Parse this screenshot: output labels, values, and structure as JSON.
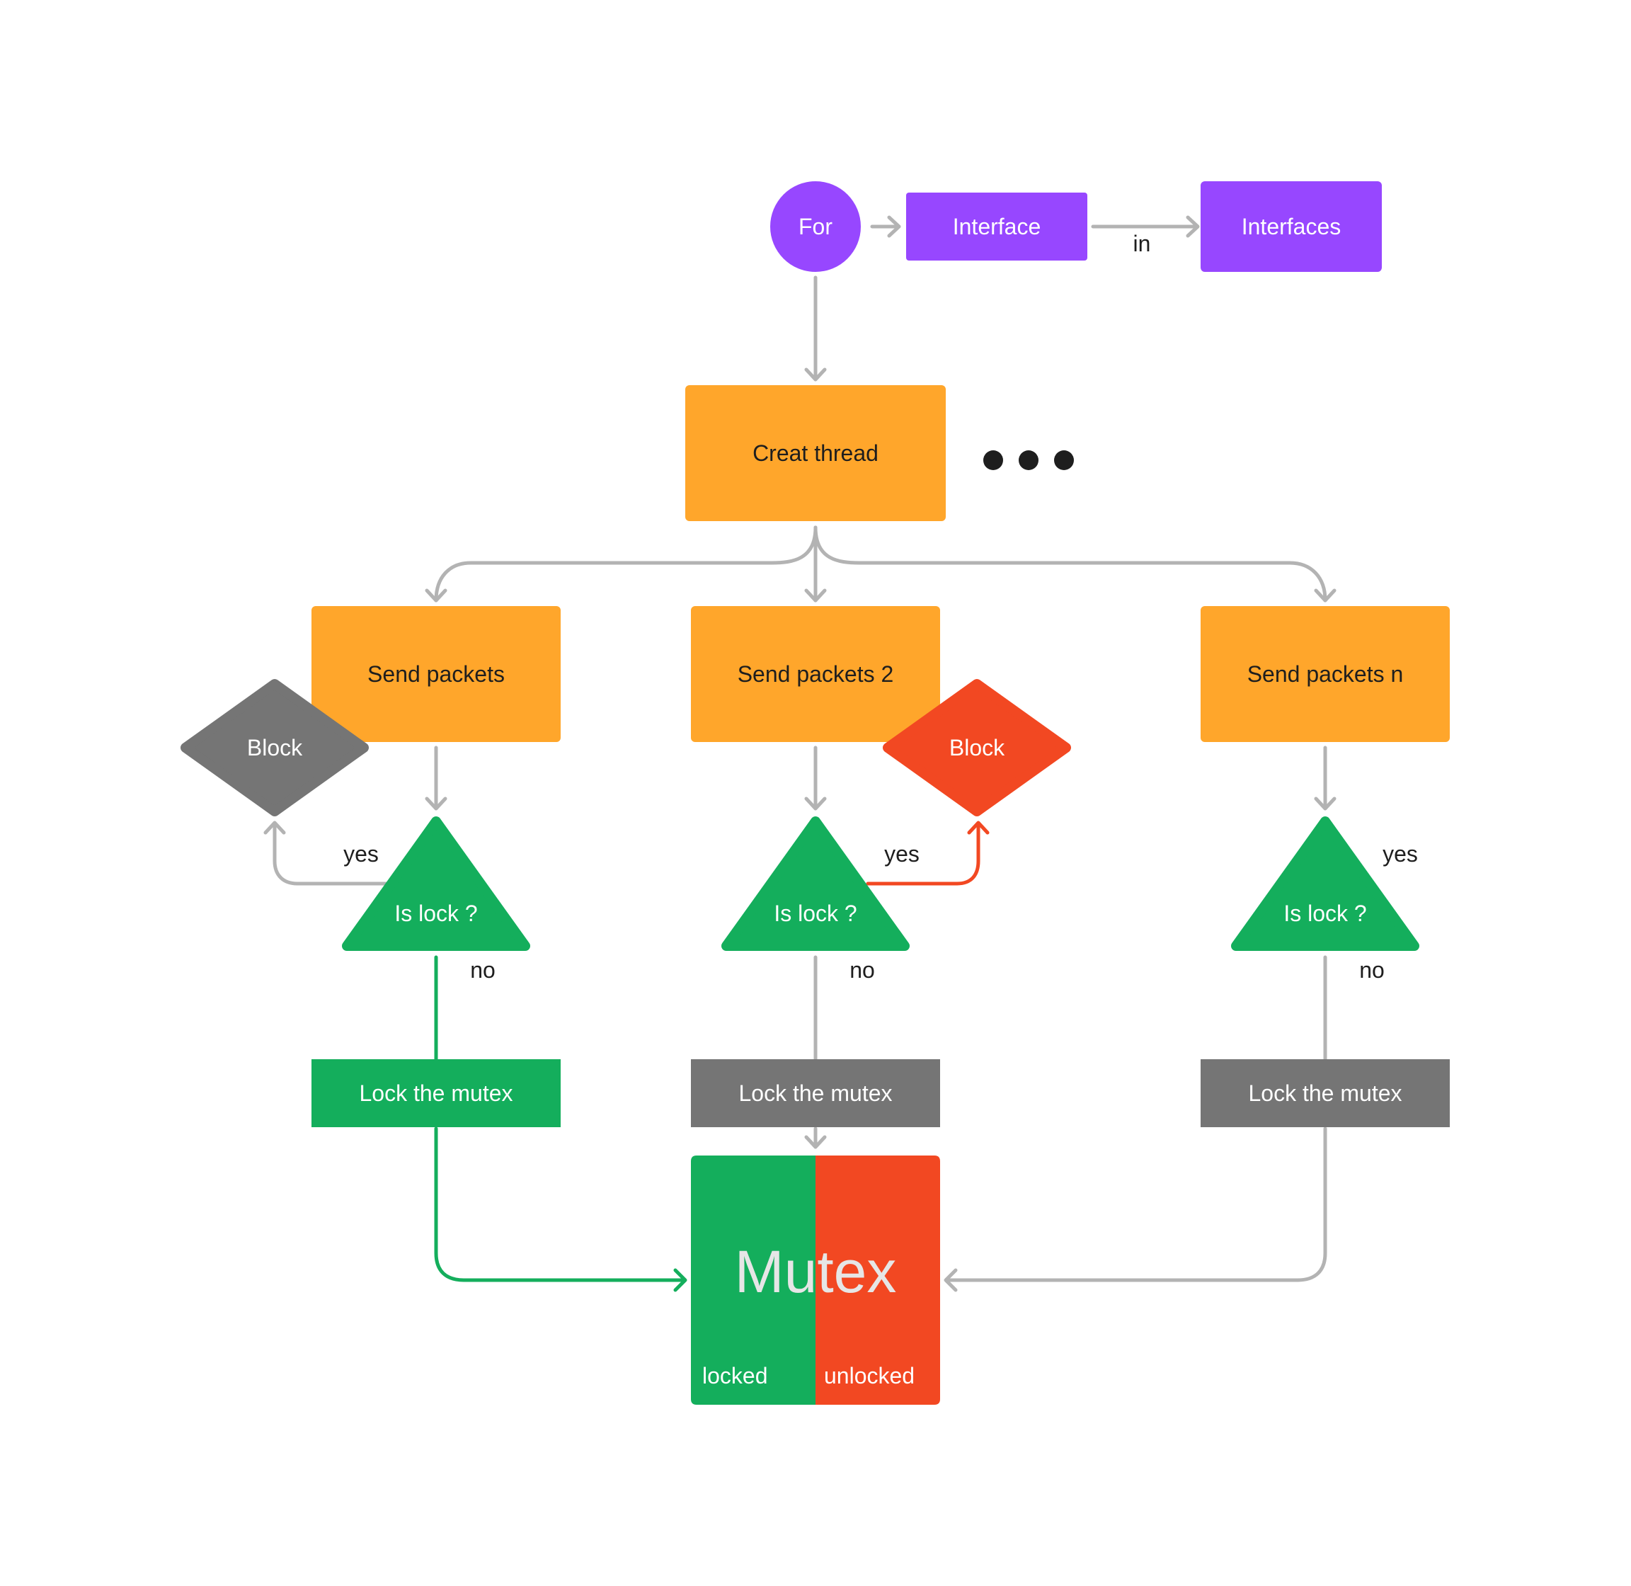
{
  "colors": {
    "purple": "#9747ff",
    "orange": "#ffa62b",
    "green": "#14ae5c",
    "red": "#f24822",
    "gray": "#757575",
    "connector": "#b3b3b3",
    "text_dark": "#1e1e1e",
    "text_light": "#ffffff",
    "mutex_text": "#e6e6e6"
  },
  "nodes": {
    "for": "For",
    "interface": "Interface",
    "in_label": "in",
    "interfaces": "Interfaces",
    "create_thread": "Creat thread",
    "send_packets_1": "Send packets",
    "send_packets_2": "Send packets 2",
    "send_packets_n": "Send packets n",
    "block_1": "Block",
    "block_2": "Block",
    "is_lock_1": "Is lock ?",
    "is_lock_2": "Is lock ?",
    "is_lock_n": "Is lock ?",
    "yes_1": "yes",
    "yes_2": "yes",
    "yes_n": "yes",
    "no_1": "no",
    "no_2": "no",
    "no_n": "no",
    "lock_mutex_1": "Lock the mutex",
    "lock_mutex_2": "Lock the mutex",
    "lock_mutex_n": "Lock the mutex",
    "mutex": "Mutex",
    "locked": "locked",
    "unlocked": "unlocked"
  }
}
